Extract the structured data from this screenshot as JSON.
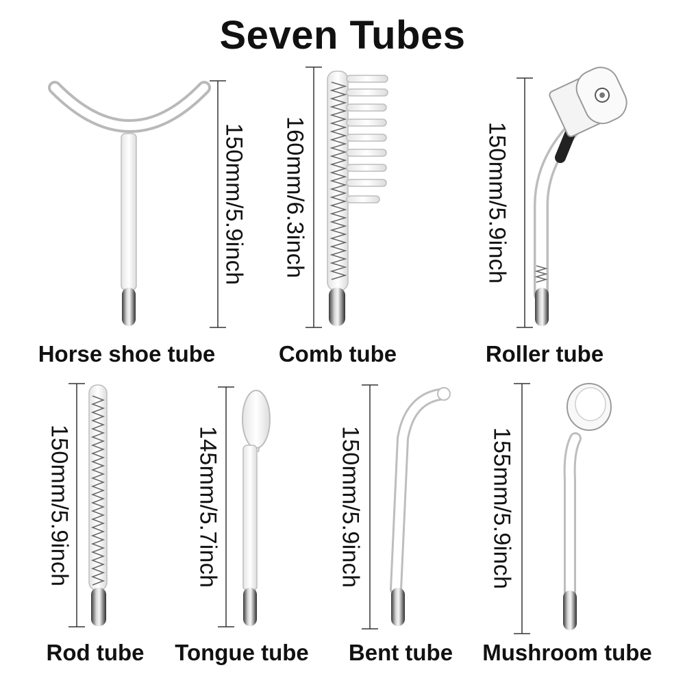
{
  "title": "Seven Tubes",
  "tubes": [
    {
      "name": "Horse shoe tube",
      "size": "150mm/5.9inch"
    },
    {
      "name": "Comb tube",
      "size": "160mm/6.3inch"
    },
    {
      "name": "Roller tube",
      "size": "150mm/5.9inch"
    },
    {
      "name": "Rod tube",
      "size": "150mm/5.9inch"
    },
    {
      "name": "Tongue tube",
      "size": "145mm/5.7inch"
    },
    {
      "name": "Bent tube",
      "size": "150mm/5.9inch"
    },
    {
      "name": "Mushroom tube",
      "size": "155mm/5.9inch"
    }
  ]
}
